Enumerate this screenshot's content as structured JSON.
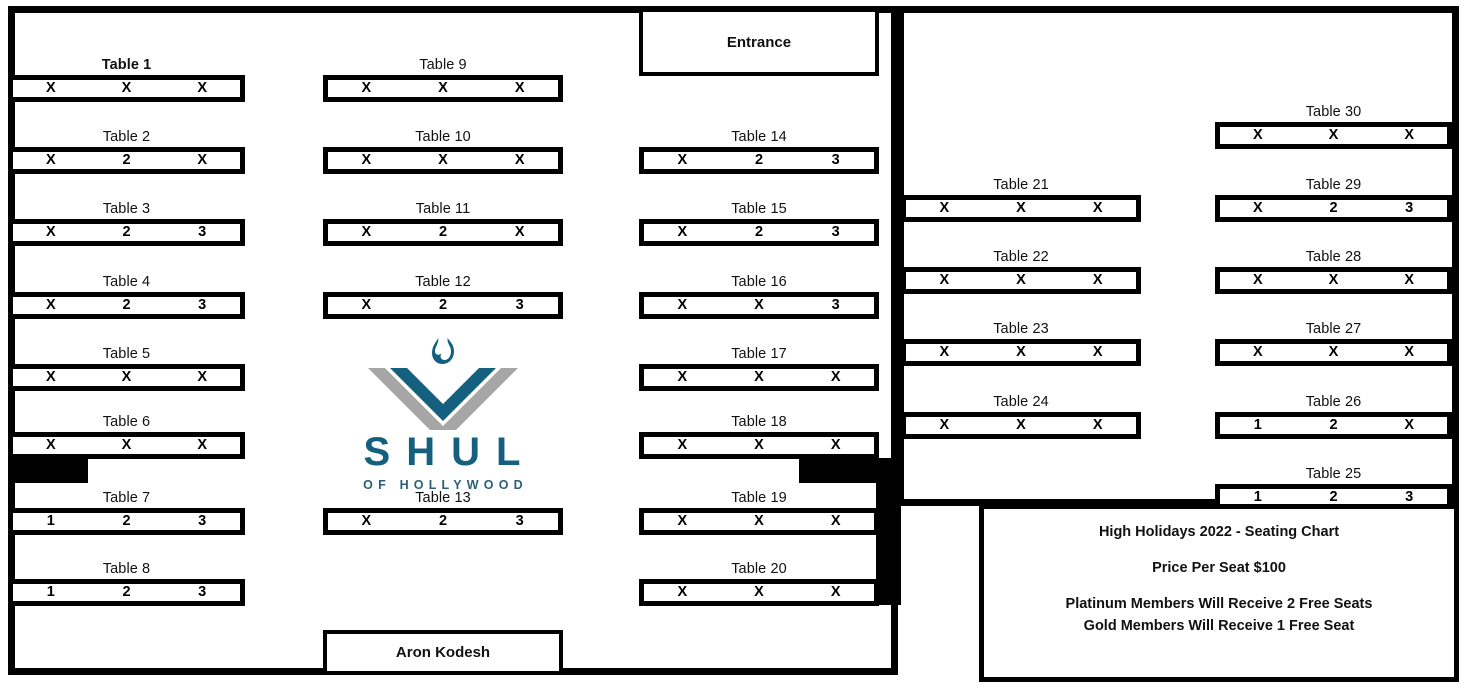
{
  "chart_data": {
    "type": "table",
    "title": "High Holidays 2022 - Seating Chart",
    "description": "Venue seating chart floor plan for The Shul of Hollywood. Each table has 3 seats; 'X' marks a taken/unavailable seat and a digit (1, 2 or 3) marks an available seat number.",
    "seat_count_per_table": 3,
    "legend": {
      "taken": "X",
      "available": "seat number"
    },
    "tables": [
      {
        "name": "Table 1",
        "seats": [
          "X",
          "X",
          "X"
        ]
      },
      {
        "name": "Table 2",
        "seats": [
          "X",
          "2",
          "X"
        ]
      },
      {
        "name": "Table 3",
        "seats": [
          "X",
          "2",
          "3"
        ]
      },
      {
        "name": "Table 4",
        "seats": [
          "X",
          "2",
          "3"
        ]
      },
      {
        "name": "Table 5",
        "seats": [
          "X",
          "X",
          "X"
        ]
      },
      {
        "name": "Table 6",
        "seats": [
          "X",
          "X",
          "X"
        ]
      },
      {
        "name": "Table 7",
        "seats": [
          "1",
          "2",
          "3"
        ]
      },
      {
        "name": "Table 8",
        "seats": [
          "1",
          "2",
          "3"
        ]
      },
      {
        "name": "Table 9",
        "seats": [
          "X",
          "X",
          "X"
        ]
      },
      {
        "name": "Table 10",
        "seats": [
          "X",
          "X",
          "X"
        ]
      },
      {
        "name": "Table 11",
        "seats": [
          "X",
          "2",
          "X"
        ]
      },
      {
        "name": "Table 12",
        "seats": [
          "X",
          "2",
          "3"
        ]
      },
      {
        "name": "Table 13",
        "seats": [
          "X",
          "2",
          "3"
        ]
      },
      {
        "name": "Table 14",
        "seats": [
          "X",
          "2",
          "3"
        ]
      },
      {
        "name": "Table 15",
        "seats": [
          "X",
          "2",
          "3"
        ]
      },
      {
        "name": "Table 16",
        "seats": [
          "X",
          "X",
          "3"
        ]
      },
      {
        "name": "Table 17",
        "seats": [
          "X",
          "X",
          "X"
        ]
      },
      {
        "name": "Table 18",
        "seats": [
          "X",
          "X",
          "X"
        ]
      },
      {
        "name": "Table 19",
        "seats": [
          "X",
          "X",
          "X"
        ]
      },
      {
        "name": "Table 20",
        "seats": [
          "X",
          "X",
          "X"
        ]
      },
      {
        "name": "Table 21",
        "seats": [
          "X",
          "X",
          "X"
        ]
      },
      {
        "name": "Table 22",
        "seats": [
          "X",
          "X",
          "X"
        ]
      },
      {
        "name": "Table 23",
        "seats": [
          "X",
          "X",
          "X"
        ]
      },
      {
        "name": "Table 24",
        "seats": [
          "X",
          "X",
          "X"
        ]
      },
      {
        "name": "Table 25",
        "seats": [
          "1",
          "2",
          "3"
        ]
      },
      {
        "name": "Table 26",
        "seats": [
          "1",
          "2",
          "X"
        ]
      },
      {
        "name": "Table 27",
        "seats": [
          "X",
          "X",
          "X"
        ]
      },
      {
        "name": "Table 28",
        "seats": [
          "X",
          "X",
          "X"
        ]
      },
      {
        "name": "Table 29",
        "seats": [
          "X",
          "2",
          "3"
        ]
      },
      {
        "name": "Table 30",
        "seats": [
          "X",
          "X",
          "X"
        ]
      }
    ]
  },
  "tables": {
    "t1": {
      "label": "Table 1",
      "s0": "X",
      "s1": "X",
      "s2": "X"
    },
    "t2": {
      "label": "Table 2",
      "s0": "X",
      "s1": "2",
      "s2": "X"
    },
    "t3": {
      "label": "Table 3",
      "s0": "X",
      "s1": "2",
      "s2": "3"
    },
    "t4": {
      "label": "Table 4",
      "s0": "X",
      "s1": "2",
      "s2": "3"
    },
    "t5": {
      "label": "Table 5",
      "s0": "X",
      "s1": "X",
      "s2": "X"
    },
    "t6": {
      "label": "Table 6",
      "s0": "X",
      "s1": "X",
      "s2": "X"
    },
    "t7": {
      "label": "Table 7",
      "s0": "1",
      "s1": "2",
      "s2": "3"
    },
    "t8": {
      "label": "Table 8",
      "s0": "1",
      "s1": "2",
      "s2": "3"
    },
    "t9": {
      "label": "Table 9",
      "s0": "X",
      "s1": "X",
      "s2": "X"
    },
    "t10": {
      "label": "Table 10",
      "s0": "X",
      "s1": "X",
      "s2": "X"
    },
    "t11": {
      "label": "Table 11",
      "s0": "X",
      "s1": "2",
      "s2": "X"
    },
    "t12": {
      "label": "Table 12",
      "s0": "X",
      "s1": "2",
      "s2": "3"
    },
    "t13": {
      "label": "Table 13",
      "s0": "X",
      "s1": "2",
      "s2": "3"
    },
    "t14": {
      "label": "Table 14",
      "s0": "X",
      "s1": "2",
      "s2": "3"
    },
    "t15": {
      "label": "Table 15",
      "s0": "X",
      "s1": "2",
      "s2": "3"
    },
    "t16": {
      "label": "Table 16",
      "s0": "X",
      "s1": "X",
      "s2": "3"
    },
    "t17": {
      "label": "Table 17",
      "s0": "X",
      "s1": "X",
      "s2": "X"
    },
    "t18": {
      "label": "Table 18",
      "s0": "X",
      "s1": "X",
      "s2": "X"
    },
    "t19": {
      "label": "Table 19",
      "s0": "X",
      "s1": "X",
      "s2": "X"
    },
    "t20": {
      "label": "Table 20",
      "s0": "X",
      "s1": "X",
      "s2": "X"
    },
    "t21": {
      "label": "Table 21",
      "s0": "X",
      "s1": "X",
      "s2": "X"
    },
    "t22": {
      "label": "Table 22",
      "s0": "X",
      "s1": "X",
      "s2": "X"
    },
    "t23": {
      "label": "Table 23",
      "s0": "X",
      "s1": "X",
      "s2": "X"
    },
    "t24": {
      "label": "Table 24",
      "s0": "X",
      "s1": "X",
      "s2": "X"
    },
    "t25": {
      "label": "Table 25",
      "s0": "1",
      "s1": "2",
      "s2": "3"
    },
    "t26": {
      "label": "Table 26",
      "s0": "1",
      "s1": "2",
      "s2": "X"
    },
    "t27": {
      "label": "Table 27",
      "s0": "X",
      "s1": "X",
      "s2": "X"
    },
    "t28": {
      "label": "Table 28",
      "s0": "X",
      "s1": "X",
      "s2": "X"
    },
    "t29": {
      "label": "Table 29",
      "s0": "X",
      "s1": "2",
      "s2": "3"
    },
    "t30": {
      "label": "Table 30",
      "s0": "X",
      "s1": "X",
      "s2": "X"
    }
  },
  "rooms": {
    "entrance_label": "Entrance",
    "aron_kodesh_label": "Aron Kodesh"
  },
  "info": {
    "title": "High Holidays 2022 - Seating Chart",
    "price": "Price Per Seat $100",
    "platinum": "Platinum Members Will Receive 2 Free Seats",
    "gold": "Gold Members Will Receive 1 Free Seat"
  },
  "logo": {
    "wordmark": "SHUL",
    "tagline": "OF HOLLYWOOD",
    "icon": "shin-flame-chevron-icon",
    "colors": {
      "teal": "#15607e",
      "gray": "#a6a6a6",
      "subtitle": "#2b5f77"
    }
  }
}
